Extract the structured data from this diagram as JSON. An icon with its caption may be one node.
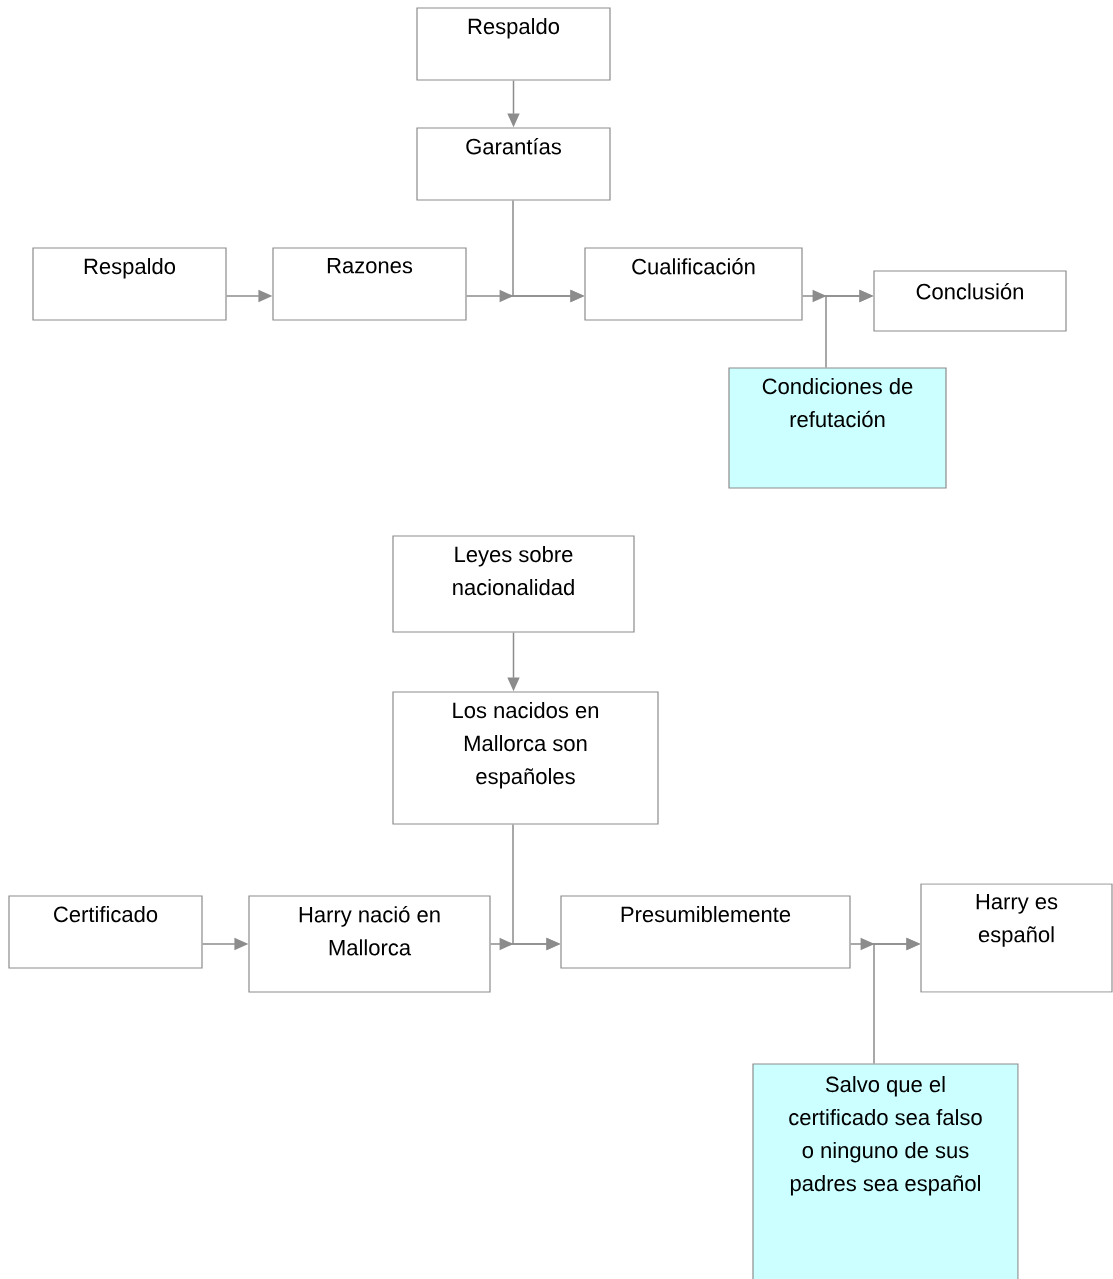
{
  "diagram": {
    "nodes": [
      {
        "text": [
          "Respaldo"
        ]
      },
      {
        "text": [
          "Garantías"
        ]
      },
      {
        "text": [
          "Respaldo"
        ]
      },
      {
        "text": [
          "Razones"
        ]
      },
      {
        "text": [
          "Cualificación"
        ]
      },
      {
        "text": [
          "Conclusión"
        ]
      },
      {
        "text": [
          "Condiciones de refutación"
        ]
      },
      {
        "text": [
          "Leyes sobre nacionalidad"
        ]
      },
      {
        "text": [
          "Los nacidos en Mallorca son españoles"
        ]
      },
      {
        "text": [
          "Certificado"
        ]
      },
      {
        "text": [
          "Harry nació en Mallorca"
        ]
      },
      {
        "text": [
          "Presumiblemente"
        ]
      },
      {
        "text": [
          "Harry es español"
        ]
      },
      {
        "text": [
          "Salvo que el certificado sea falso o ninguno de sus padres sea español"
        ]
      }
    ],
    "edges": [
      {
        "from": 0,
        "to": 1,
        "arrow": "to"
      },
      {
        "from": 2,
        "to": 3,
        "arrow": "to"
      },
      {
        "from": 3,
        "to": 4,
        "arrow": "to"
      },
      {
        "from": 1,
        "to": 4,
        "arrow": "to"
      },
      {
        "from": 4,
        "to": 5,
        "arrow": "to"
      },
      {
        "from": 6,
        "to": 5,
        "arrow": "to"
      },
      {
        "from": 7,
        "to": 8,
        "arrow": "to"
      },
      {
        "from": 9,
        "to": 10,
        "arrow": "to"
      },
      {
        "from": 10,
        "to": 11,
        "arrow": "to"
      },
      {
        "from": 8,
        "to": 11,
        "arrow": "to"
      },
      {
        "from": 11,
        "to": 12,
        "arrow": "to"
      },
      {
        "from": 13,
        "to": 12,
        "arrow": "to"
      }
    ]
  }
}
